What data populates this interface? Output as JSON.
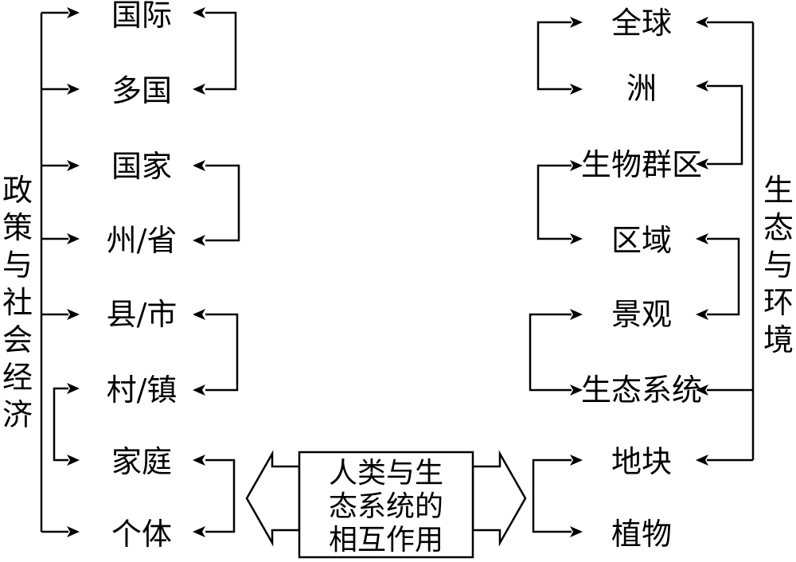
{
  "left_axis_label": "政策与社会经济",
  "right_axis_label": "生态与环境",
  "left_levels": [
    "国际",
    "多国",
    "国家",
    "州/省",
    "县/市",
    "村/镇",
    "家庭",
    "个体"
  ],
  "right_levels": [
    "全球",
    "洲",
    "生物群区",
    "区域",
    "景观",
    "生态系统",
    "地块",
    "植物"
  ],
  "center_box_lines": [
    "人类与生",
    "态系统的",
    "相互作用"
  ]
}
